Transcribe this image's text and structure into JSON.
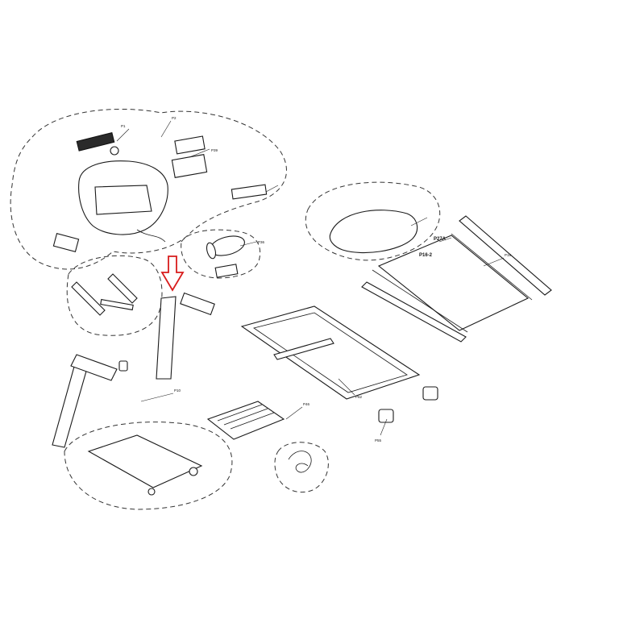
{
  "diagram": {
    "highlight_color": "#d81c1c",
    "line_color": "#1a1a1a",
    "labels": {
      "p1": "P1",
      "p2": "P2",
      "l1": "P27A",
      "l2": "P16-2",
      "l3": "P39",
      "l4": "P36",
      "l5": "P19",
      "l6": "P62",
      "l7": "P10",
      "l8": "P46",
      "l9": "P55"
    }
  }
}
